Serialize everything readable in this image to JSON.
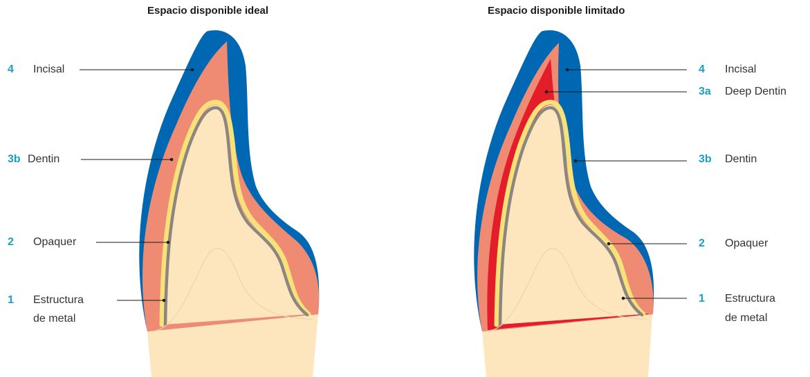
{
  "titles": {
    "left": "Espacio disponible ideal",
    "right": "Espacio disponible limitado"
  },
  "colors": {
    "number": "#1a9fc4",
    "incisal": "#0068b3",
    "dentin": "#f08b73",
    "deep_dentin": "#e31e2a",
    "opaquer_yellow": "#f7e27a",
    "metal": "#8c8580",
    "base": "#fde6bd"
  },
  "left_labels": [
    {
      "num": "4",
      "text": "Incisal"
    },
    {
      "num": "3b",
      "text": "Dentin"
    },
    {
      "num": "2",
      "text": "Opaquer"
    },
    {
      "num": "1",
      "text": "Estructura",
      "text2": "de metal"
    }
  ],
  "right_labels": [
    {
      "num": "4",
      "text": "Incisal"
    },
    {
      "num": "3a",
      "text": "Deep Dentin"
    },
    {
      "num": "3b",
      "text": "Dentin"
    },
    {
      "num": "2",
      "text": "Opaquer"
    },
    {
      "num": "1",
      "text": "Estructura",
      "text2": "de metal"
    }
  ]
}
